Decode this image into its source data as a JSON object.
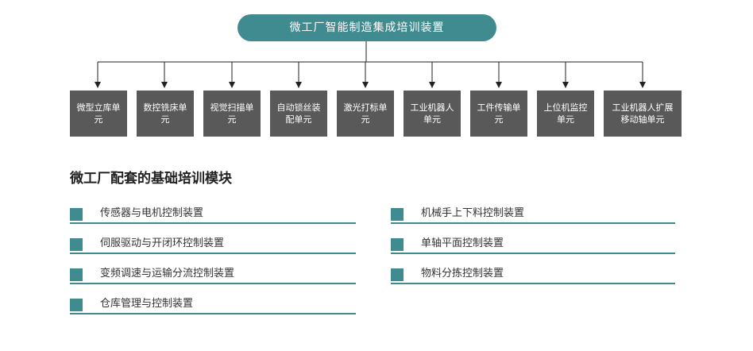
{
  "root": {
    "title": "微工厂智能制造集成培训装置"
  },
  "units": [
    {
      "label": "微型立库单元"
    },
    {
      "label": "数控铣床单元"
    },
    {
      "label": "视觉扫描单元"
    },
    {
      "label": "自动锁丝装配单元"
    },
    {
      "label": "激光打标单元"
    },
    {
      "label": "工业机器人单元"
    },
    {
      "label": "工件传输单元"
    },
    {
      "label": "上位机监控单元"
    },
    {
      "label": "工业机器人扩展移动轴单元"
    }
  ],
  "section": {
    "title": "微工厂配套的基础培训模块"
  },
  "modules": {
    "left": [
      {
        "label": "传感器与电机控制装置"
      },
      {
        "label": "伺服驱动与开闭环控制装置"
      },
      {
        "label": "变频调速与运输分流控制装置"
      },
      {
        "label": "仓库管理与控制装置"
      }
    ],
    "right": [
      {
        "label": "机械手上下料控制装置"
      },
      {
        "label": "单轴平面控制装置"
      },
      {
        "label": "物料分拣控制装置"
      }
    ]
  },
  "colors": {
    "accent": "#3f8b90",
    "unit_box": "#595959",
    "line": "#222222"
  }
}
